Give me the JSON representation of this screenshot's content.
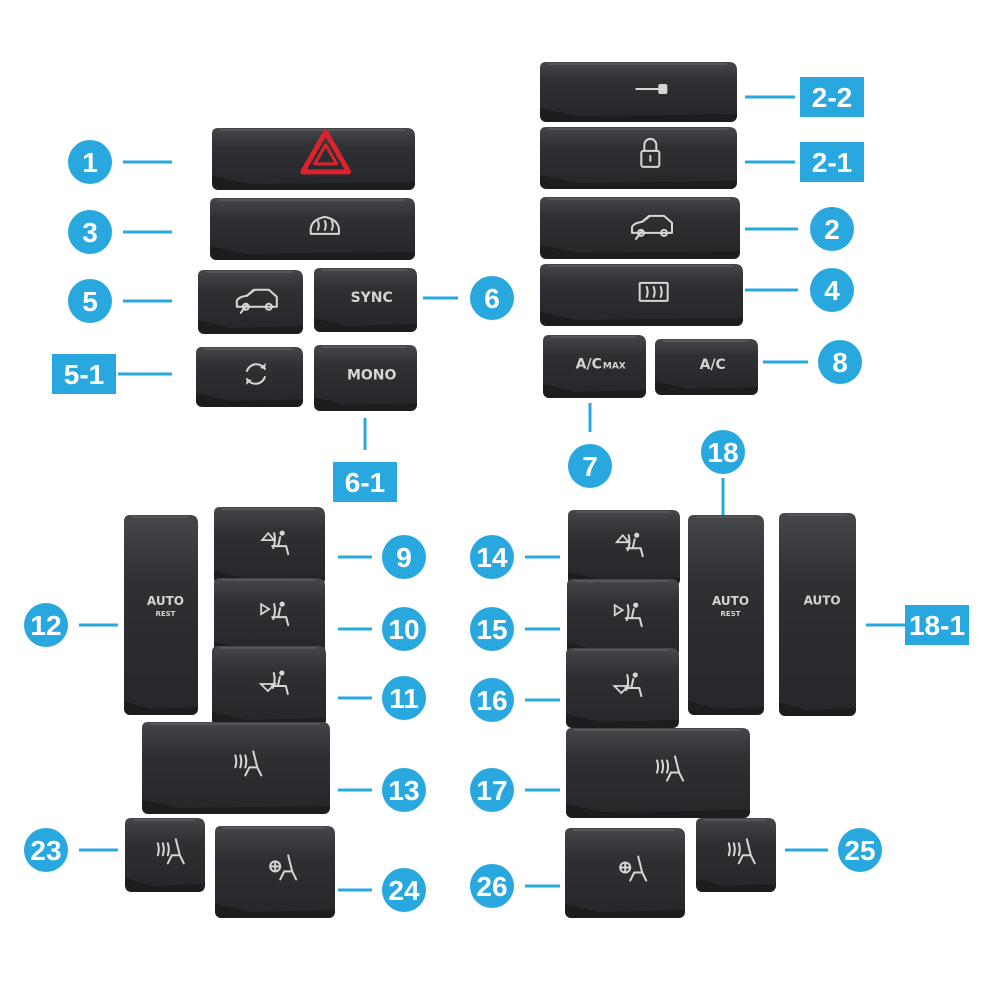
{
  "colors": {
    "callout": "#29a8e0",
    "key_face": "#2f3033",
    "key_side": "#1c1d1f",
    "symbol": "#d6d6d6",
    "hazard_red": "#d9232e"
  },
  "buttons": [
    {
      "id": "1",
      "icon": "hazard-triangle-icon"
    },
    {
      "id": "2-2",
      "icon": "valet-key-icon"
    },
    {
      "id": "2-1",
      "icon": "padlock-icon"
    },
    {
      "id": "3",
      "icon": "front-defrost-icon"
    },
    {
      "id": "2",
      "icon": "car-tailgate-icon"
    },
    {
      "id": "4",
      "icon": "rear-defrost-icon"
    },
    {
      "id": "5",
      "icon": "car-tailgate-icon"
    },
    {
      "id": "6",
      "label": "SYNC"
    },
    {
      "id": "5-1",
      "icon": "recirculation-icon"
    },
    {
      "id": "6-1",
      "label": "MONO"
    },
    {
      "id": "7",
      "label": "A/C",
      "label_small": "MAX"
    },
    {
      "id": "8",
      "label": "A/C"
    },
    {
      "id": "12",
      "label": "AUTO",
      "sublabel": "REST"
    },
    {
      "id": "9",
      "icon": "airflow-up-icon"
    },
    {
      "id": "10",
      "icon": "airflow-face-icon"
    },
    {
      "id": "11",
      "icon": "airflow-feet-icon"
    },
    {
      "id": "13",
      "icon": "seat-heater-icon"
    },
    {
      "id": "14",
      "icon": "airflow-up-icon"
    },
    {
      "id": "15",
      "icon": "airflow-face-icon"
    },
    {
      "id": "16",
      "icon": "airflow-feet-icon"
    },
    {
      "id": "17",
      "icon": "seat-heater-icon"
    },
    {
      "id": "18",
      "label": "AUTO",
      "sublabel": "REST"
    },
    {
      "id": "18-1",
      "label": "AUTO"
    },
    {
      "id": "23",
      "icon": "seat-heater-icon"
    },
    {
      "id": "24",
      "icon": "seat-ventilation-icon"
    },
    {
      "id": "25",
      "icon": "seat-heater-icon"
    },
    {
      "id": "26",
      "icon": "seat-ventilation-icon"
    }
  ]
}
